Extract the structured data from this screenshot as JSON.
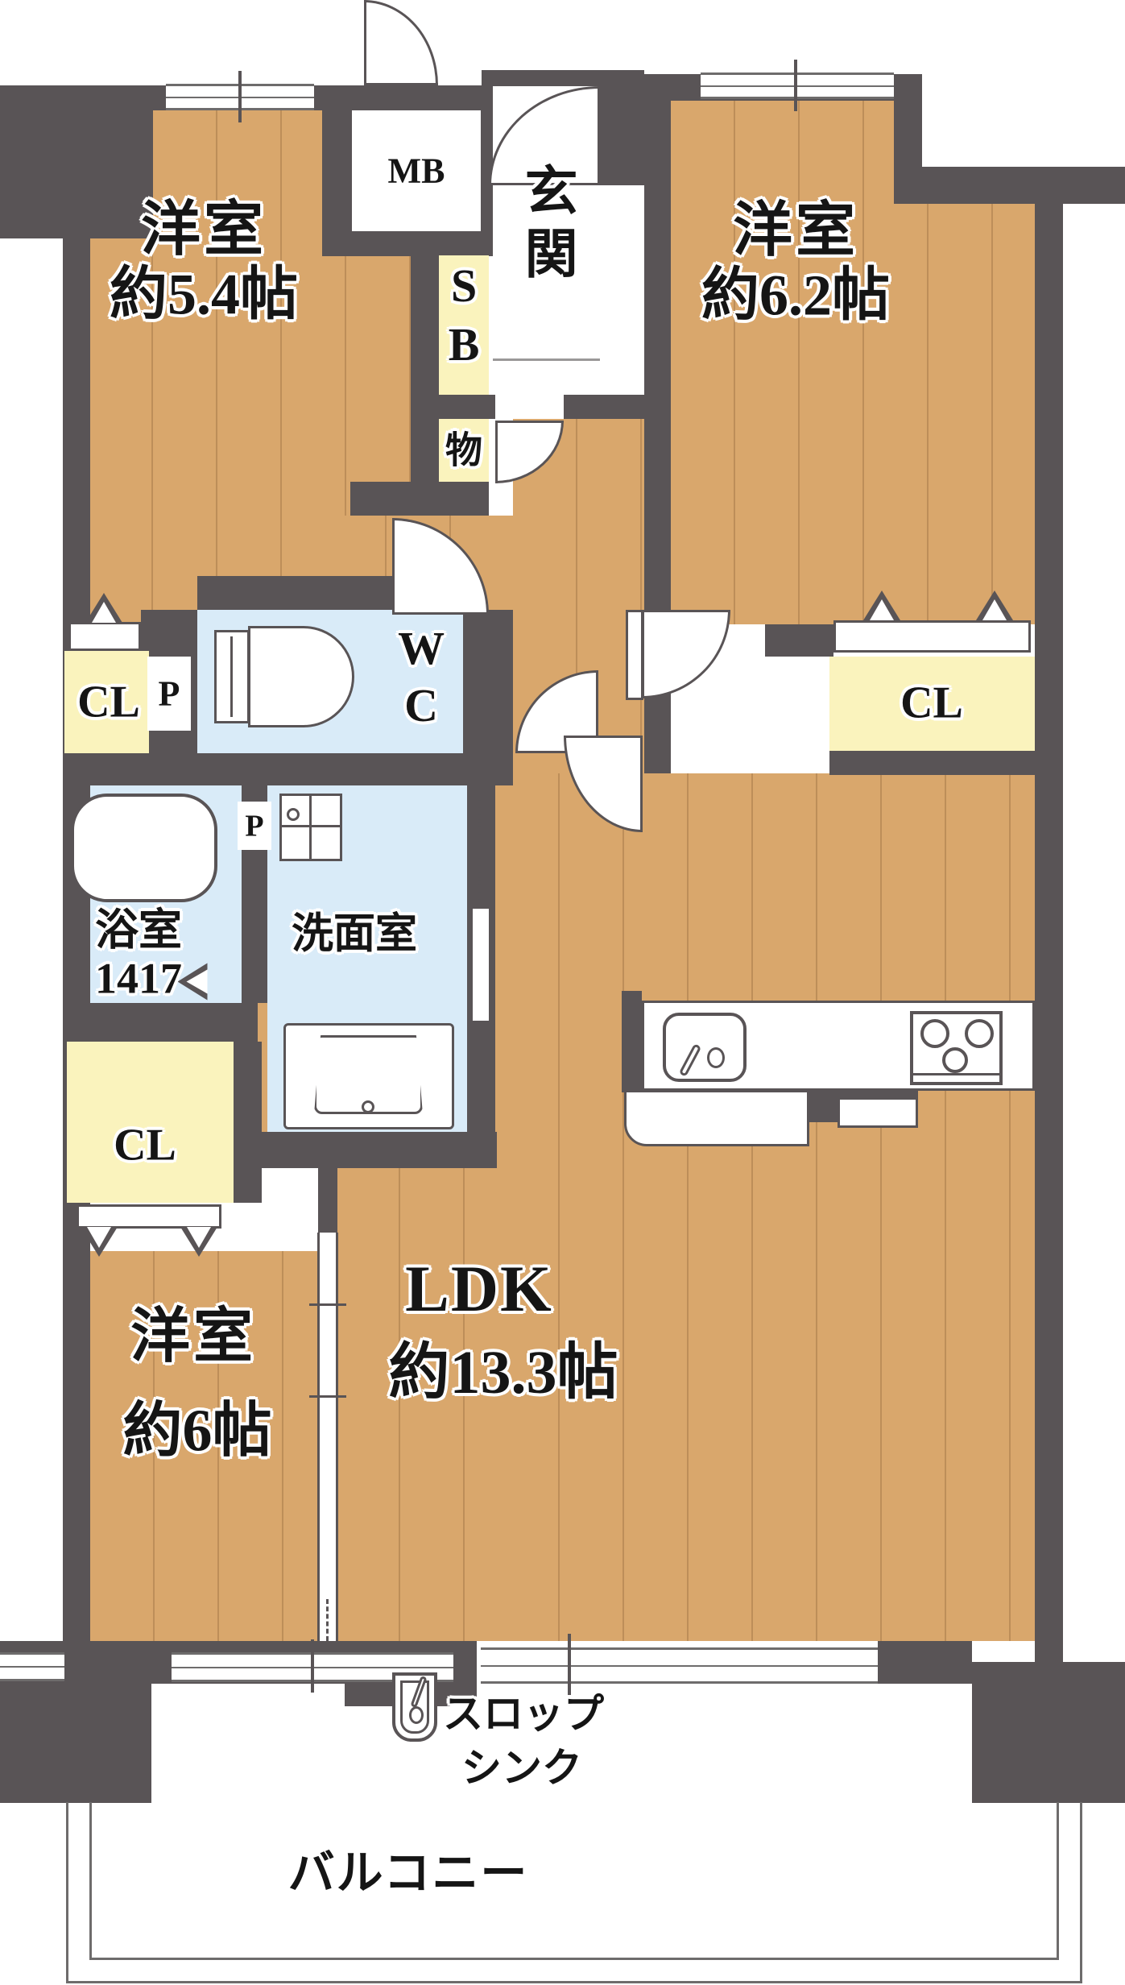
{
  "rooms": {
    "western_54": {
      "name": "洋室",
      "size": "約5.4帖"
    },
    "western_62": {
      "name": "洋室",
      "size": "約6.2帖"
    },
    "western_6": {
      "name": "洋室",
      "size": "約6帖"
    },
    "ldk": {
      "name": "LDK",
      "size": "約13.3帖"
    },
    "entrance": "玄関",
    "bathroom": {
      "name": "浴室",
      "size": "1417"
    },
    "washroom": "洗面室",
    "toilet": "WC",
    "balcony": "バルコニー",
    "slop_sink": [
      "スロップ",
      "シンク"
    ]
  },
  "labels": {
    "meter_box": "MB",
    "shoe_box": "SB",
    "storage": "物",
    "closet": "CL",
    "pipe_space": "P"
  },
  "colors": {
    "wall": "#595456",
    "floor": "#D9A76C",
    "closet_fill": "#FAF3BD",
    "wet_area_fill": "#D9EBF8",
    "exterior": "#ffffff"
  }
}
